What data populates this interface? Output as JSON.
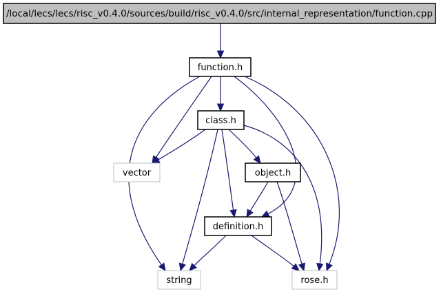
{
  "graph": {
    "title": "",
    "colors": {
      "edge": "#191970",
      "root_fill": "#bfbfbf",
      "node_border": "#000000",
      "system_border": "#bfbfbf"
    },
    "nodes": [
      {
        "id": "function_cpp",
        "label": "/local/lecs/lecs/risc_v0.4.0/sources/build/risc_v0.4.0/src/internal_representation/function.cpp",
        "kind": "root"
      },
      {
        "id": "function_h",
        "label": "function.h",
        "kind": "local"
      },
      {
        "id": "class_h",
        "label": "class.h",
        "kind": "local"
      },
      {
        "id": "vector",
        "label": "vector",
        "kind": "system"
      },
      {
        "id": "object_h",
        "label": "object.h",
        "kind": "local"
      },
      {
        "id": "definition_h",
        "label": "definition.h",
        "kind": "local"
      },
      {
        "id": "string",
        "label": "string",
        "kind": "system"
      },
      {
        "id": "rose_h",
        "label": "rose.h",
        "kind": "system"
      }
    ],
    "edges": [
      {
        "from": "function_cpp",
        "to": "function_h"
      },
      {
        "from": "function_h",
        "to": "class_h"
      },
      {
        "from": "function_h",
        "to": "vector"
      },
      {
        "from": "function_h",
        "to": "string"
      },
      {
        "from": "function_h",
        "to": "definition_h"
      },
      {
        "from": "function_h",
        "to": "rose_h"
      },
      {
        "from": "class_h",
        "to": "vector"
      },
      {
        "from": "class_h",
        "to": "object_h"
      },
      {
        "from": "class_h",
        "to": "definition_h"
      },
      {
        "from": "class_h",
        "to": "string"
      },
      {
        "from": "class_h",
        "to": "rose_h"
      },
      {
        "from": "object_h",
        "to": "definition_h"
      },
      {
        "from": "object_h",
        "to": "rose_h"
      },
      {
        "from": "definition_h",
        "to": "string"
      },
      {
        "from": "definition_h",
        "to": "rose_h"
      }
    ]
  }
}
